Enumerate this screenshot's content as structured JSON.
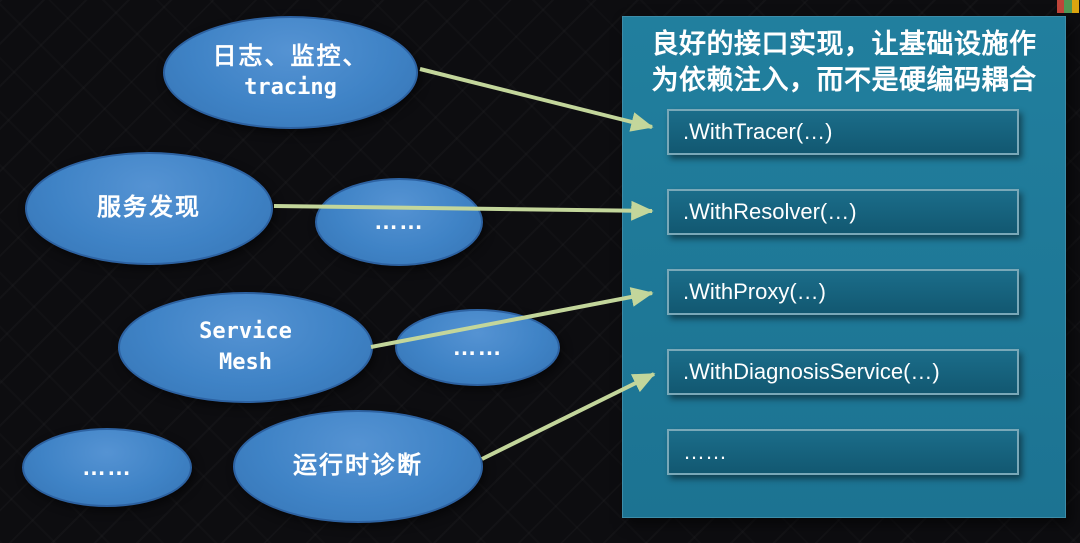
{
  "panel": {
    "title": "良好的接口实现，让基础设施作\n为依赖注入，而不是硬编码耦合",
    "rows": [
      {
        "label": ".WithTracer(…)"
      },
      {
        "label": ".WithResolver(…)"
      },
      {
        "label": ".WithProxy(…)"
      },
      {
        "label": ".WithDiagnosisService(…)"
      },
      {
        "label": "……"
      }
    ]
  },
  "ellipses": [
    {
      "id": "logging",
      "lines": [
        "日志、监控、",
        "tracing"
      ]
    },
    {
      "id": "service-discovery",
      "lines": [
        "服务发现"
      ]
    },
    {
      "id": "dots-1",
      "lines": [
        "……"
      ]
    },
    {
      "id": "service-mesh",
      "lines": [
        "Service",
        "Mesh"
      ]
    },
    {
      "id": "dots-2",
      "lines": [
        "……"
      ]
    },
    {
      "id": "dots-3",
      "lines": [
        "……"
      ]
    },
    {
      "id": "runtime-diagnosis",
      "lines": [
        "运行时诊断"
      ]
    }
  ],
  "connections": [
    {
      "from": "日志、监控、tracing",
      "to": ".WithTracer(…)"
    },
    {
      "from": "服务发现",
      "to": ".WithResolver(…)"
    },
    {
      "from": "Service Mesh",
      "to": ".WithProxy(…)"
    },
    {
      "from": "运行时诊断",
      "to": ".WithDiagnosisService(…)"
    }
  ],
  "colors": {
    "node_fill": "#3f83c6",
    "node_border": "#2d62a2",
    "panel_background": "#1e7b9a",
    "row_background": "#135a74",
    "row_border": "#79a8b8",
    "arrow": "#c3d69b",
    "text": "#ffffff",
    "page_background": "#0d0d10"
  }
}
